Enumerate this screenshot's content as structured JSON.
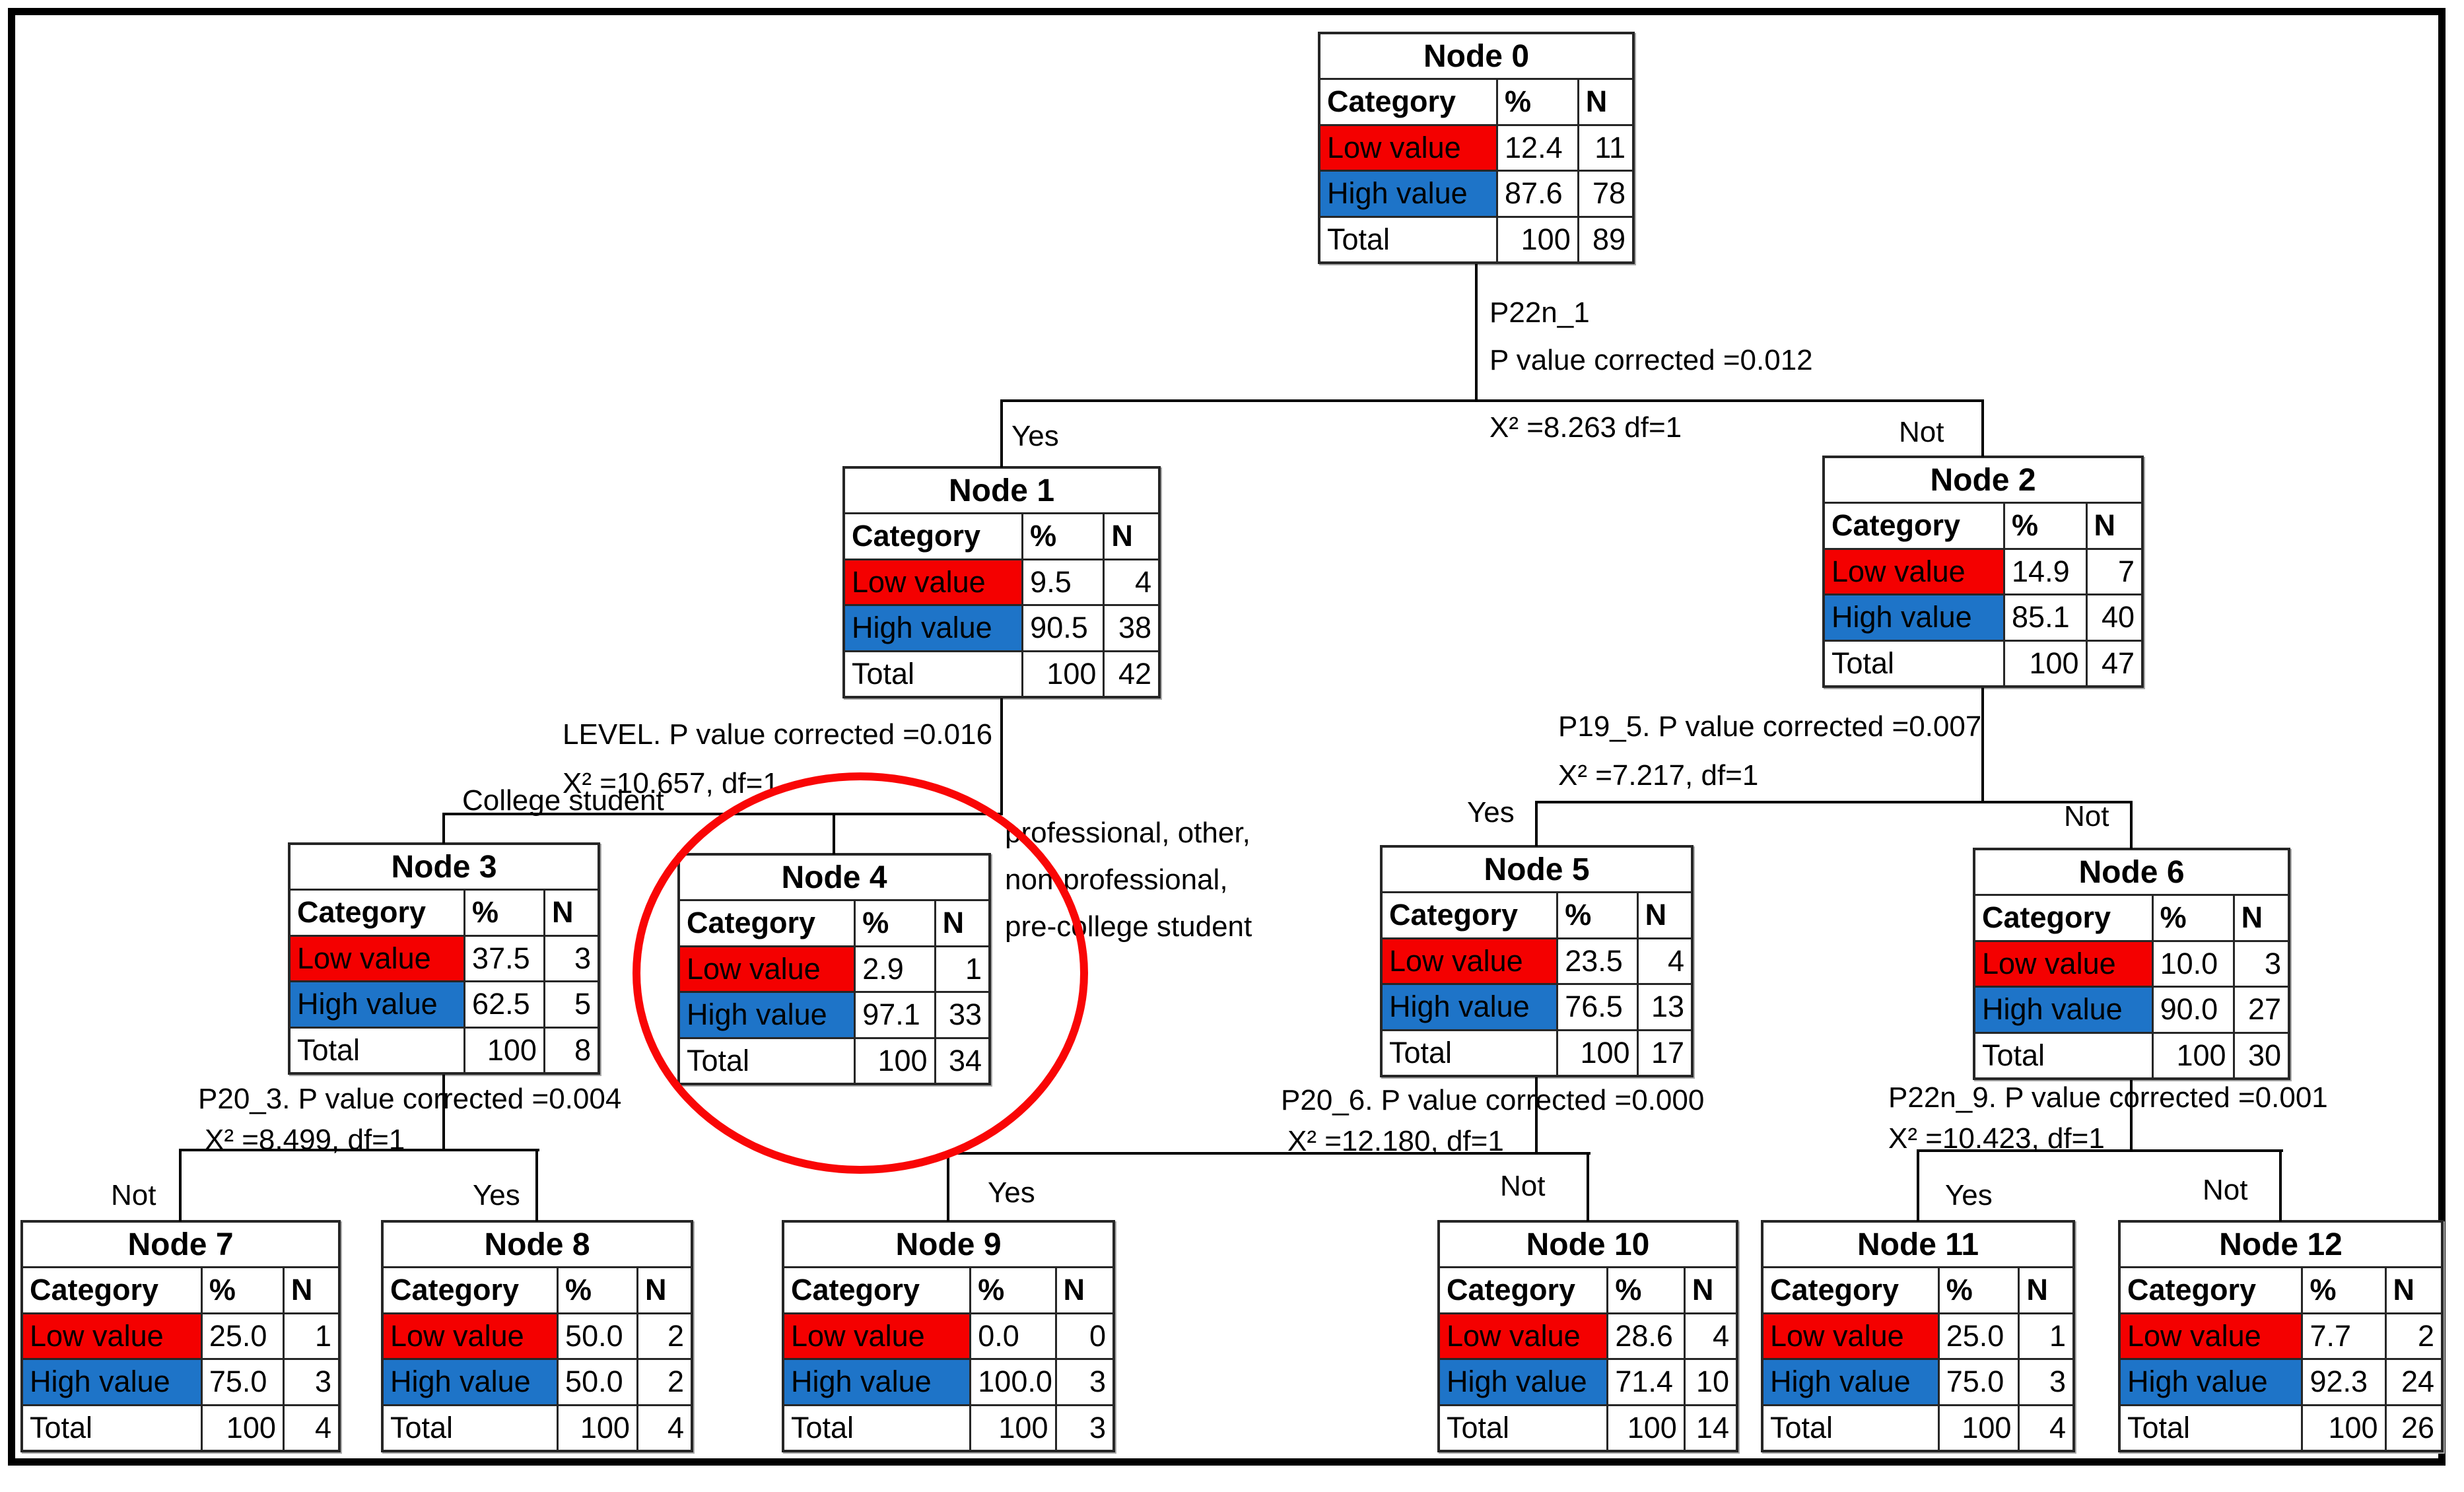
{
  "table": {
    "category": "Category",
    "percent": "%",
    "n": "N",
    "low": "Low value",
    "high": "High value",
    "total": "Total"
  },
  "nodes": [
    {
      "title": "Node 0",
      "low_pct": "12.4",
      "low_n": "11",
      "high_pct": "87.6",
      "high_n": "78",
      "total_pct": "100",
      "total_n": "89"
    },
    {
      "title": "Node 1",
      "low_pct": "9.5",
      "low_n": "4",
      "high_pct": "90.5",
      "high_n": "38",
      "total_pct": "100",
      "total_n": "42"
    },
    {
      "title": "Node 2",
      "low_pct": "14.9",
      "low_n": "7",
      "high_pct": "85.1",
      "high_n": "40",
      "total_pct": "100",
      "total_n": "47"
    },
    {
      "title": "Node 3",
      "low_pct": "37.5",
      "low_n": "3",
      "high_pct": "62.5",
      "high_n": "5",
      "total_pct": "100",
      "total_n": "8"
    },
    {
      "title": "Node 4",
      "low_pct": "2.9",
      "low_n": "1",
      "high_pct": "97.1",
      "high_n": "33",
      "total_pct": "100",
      "total_n": "34"
    },
    {
      "title": "Node 5",
      "low_pct": "23.5",
      "low_n": "4",
      "high_pct": "76.5",
      "high_n": "13",
      "total_pct": "100",
      "total_n": "17"
    },
    {
      "title": "Node 6",
      "low_pct": "10.0",
      "low_n": "3",
      "high_pct": "90.0",
      "high_n": "27",
      "total_pct": "100",
      "total_n": "30"
    },
    {
      "title": "Node 7",
      "low_pct": "25.0",
      "low_n": "1",
      "high_pct": "75.0",
      "high_n": "3",
      "total_pct": "100",
      "total_n": "4"
    },
    {
      "title": "Node 8",
      "low_pct": "50.0",
      "low_n": "2",
      "high_pct": "50.0",
      "high_n": "2",
      "total_pct": "100",
      "total_n": "4"
    },
    {
      "title": "Node 9",
      "low_pct": "0.0",
      "low_n": "0",
      "high_pct": "100.0",
      "high_n": "3",
      "total_pct": "100",
      "total_n": "3"
    },
    {
      "title": "Node 10",
      "low_pct": "28.6",
      "low_n": "4",
      "high_pct": "71.4",
      "high_n": "10",
      "total_pct": "100",
      "total_n": "14"
    },
    {
      "title": "Node 11",
      "low_pct": "25.0",
      "low_n": "1",
      "high_pct": "75.0",
      "high_n": "3",
      "total_pct": "100",
      "total_n": "4"
    },
    {
      "title": "Node 12",
      "low_pct": "7.7",
      "low_n": "2",
      "high_pct": "92.3",
      "high_n": "24",
      "total_pct": "100",
      "total_n": "26"
    }
  ],
  "splits": {
    "s0": {
      "variable": "P22n_1",
      "p": "P value corrected =0.012",
      "chi": "X² =8.263 df=1"
    },
    "s1": {
      "p": "LEVEL. P value corrected =0.016",
      "chi": "X² =10.657, df=1"
    },
    "s2": {
      "p": "P19_5. P value corrected =0.007",
      "chi": "X² =7.217, df=1"
    },
    "s3": {
      "p": "P20_3. P value corrected =0.004",
      "chi": "X² =8.499, df=1"
    },
    "s4": {
      "p": "P20_6. P value corrected =0.000",
      "chi": "X² =12.180, df=1"
    },
    "s5": {
      "p": "P22n_9. P value corrected =0.001",
      "chi": "X² =10.423, df=1"
    }
  },
  "branch_labels": {
    "node1": "Yes",
    "node2": "Not",
    "node3": "College student",
    "node4_lines": [
      "professional, other,",
      "non-professional,",
      "pre-college student"
    ],
    "node5": "Yes",
    "node6": "Not",
    "node7": "Not",
    "node8": "Yes",
    "node9": "Yes",
    "node10": "Not",
    "node11": "Yes",
    "node12": "Not"
  },
  "colors": {
    "low_value": "#f40000",
    "high_value": "#1e74c8",
    "highlight_circle": "#f90606"
  }
}
